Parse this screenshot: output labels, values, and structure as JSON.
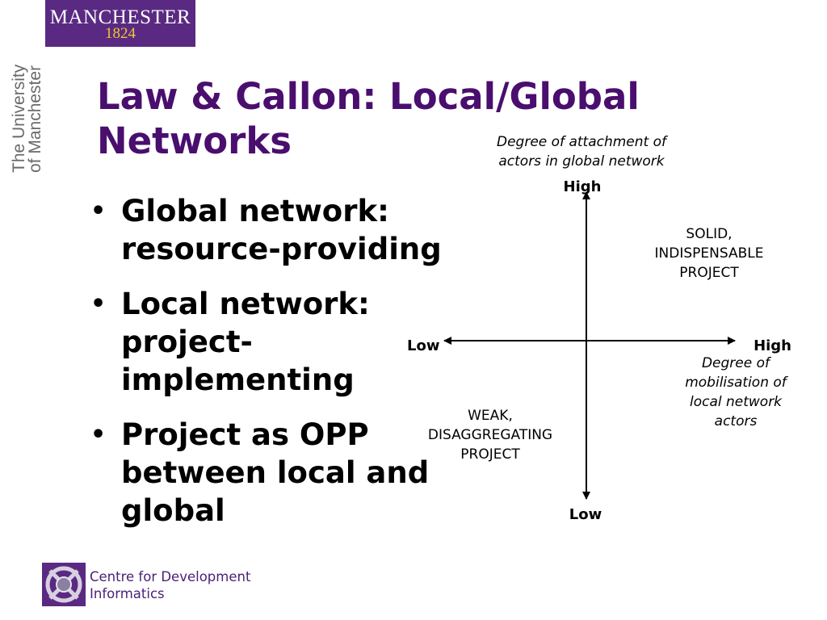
{
  "branding": {
    "logo_main": "MANCHESTER",
    "logo_year": "1824",
    "vertical_line1": "The University",
    "vertical_line2": "of Manchester",
    "footer_line1": "Centre for Development",
    "footer_line2": "Informatics"
  },
  "slide": {
    "title_line1": "Law & Callon: Local/Global",
    "title_line2": "Networks",
    "bullets": [
      "Global network: resource-providing",
      "Local network: project-implementing",
      "Project as OPP between local and global"
    ]
  },
  "diagram": {
    "y_axis_caption": "Degree of attachment of\nactors in global network",
    "y_high": "High",
    "y_low": "Low",
    "x_high": "High",
    "x_low": "Low",
    "x_axis_caption": "Degree of\nmobilisation of\nlocal network\nactors",
    "quadrant_top_right": "SOLID,\nINDISPENSABLE\nPROJECT",
    "quadrant_bottom_left": "WEAK,\nDISAGGREGATING\nPROJECT"
  },
  "colors": {
    "brand_purple": "#5a2a82",
    "title_purple": "#4a0e6e",
    "logo_gold": "#f0c530"
  }
}
